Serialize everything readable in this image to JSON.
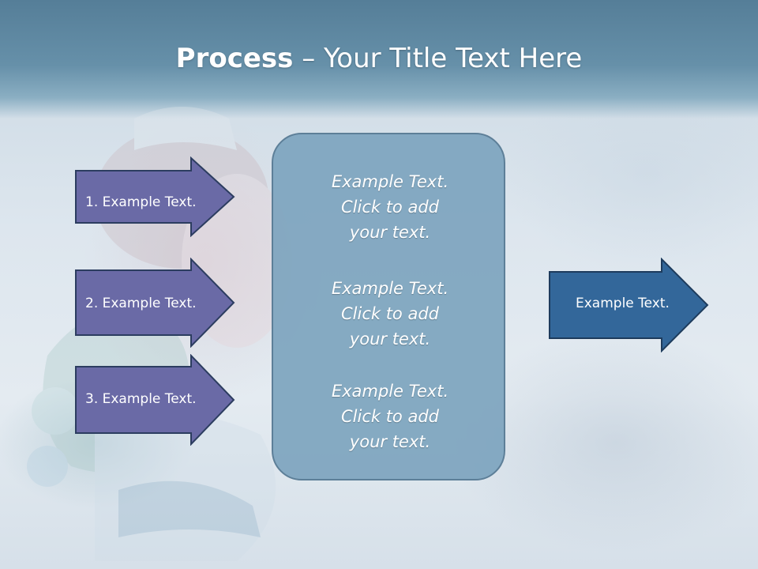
{
  "slide": {
    "title_bold": "Process",
    "title_separator": " – ",
    "title_rest": "Your Title Text Here"
  },
  "left_arrows": [
    {
      "label": "1. Example Text."
    },
    {
      "label": "2. Example Text."
    },
    {
      "label": "3. Example Text."
    }
  ],
  "center_box": {
    "blocks": [
      {
        "line1": "Example Text.",
        "line2": "Click  to add",
        "line3": "your text."
      },
      {
        "line1": "Example Text.",
        "line2": "Click  to add",
        "line3": "your text."
      },
      {
        "line1": "Example Text.",
        "line2": "Click  to add",
        "line3": "your text."
      }
    ]
  },
  "right_arrow": {
    "label": "Example Text."
  },
  "colors": {
    "header": "#5d86a0",
    "left_arrow_fill": "#6a6aa6",
    "right_arrow_fill": "#33679a",
    "center_box_fill": "#7da4be"
  }
}
